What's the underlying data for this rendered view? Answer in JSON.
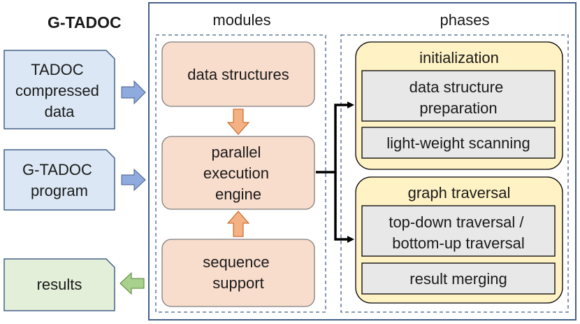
{
  "title": "G-TADOC",
  "inputs": {
    "compressed_data": [
      "TADOC",
      "compressed",
      "data"
    ],
    "program": [
      "G-TADOC",
      "program"
    ],
    "results": [
      "results"
    ]
  },
  "modules": {
    "header": "modules",
    "data_structures": [
      "data structures"
    ],
    "engine": [
      "parallel",
      "execution",
      "engine"
    ],
    "sequence_support": [
      "sequence",
      "support"
    ]
  },
  "phases": {
    "header": "phases",
    "initialization": {
      "title": "initialization",
      "steps": [
        [
          "data structure",
          "preparation"
        ],
        [
          "light-weight scanning"
        ]
      ]
    },
    "graph_traversal": {
      "title": "graph traversal",
      "steps": [
        [
          "top-down traversal /",
          "bottom-up traversal"
        ],
        [
          "result merging"
        ]
      ]
    }
  },
  "colors": {
    "input_fill": "#dbe7f4",
    "result_fill": "#e3efd9",
    "module_fill": "#f8dccc",
    "phase_fill": "#fff2c4",
    "step_fill": "#e8e8e8",
    "frame_stroke": "#44608a",
    "arrow_orange": "#f4b183",
    "arrow_blue": "#8faadc",
    "arrow_green": "#a9d18e"
  }
}
